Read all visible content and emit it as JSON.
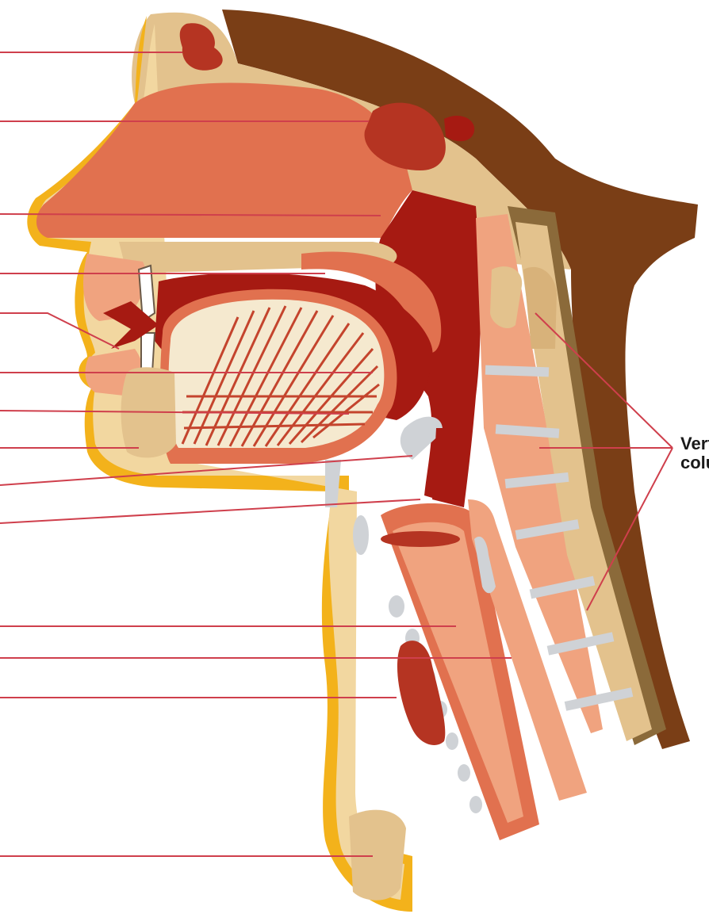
{
  "figure": {
    "labels": [
      {
        "id": "vertebral-column",
        "text": "Vertebral\ncolumn"
      }
    ],
    "unlabelled_pointer_count": 14
  },
  "colors": {
    "bone": "#e3c28d",
    "bone_dark": "#d8b27a",
    "skin": "#f2d7a0",
    "fat": "#f3b21b",
    "scalp": "#7a3e16",
    "muscle": "#e1714f",
    "muscle_light": "#f0a37f",
    "cavity": "#a61a12",
    "sinus": "#b53422",
    "disc": "#cfd2d6",
    "pointer": "#cf3f4c"
  }
}
